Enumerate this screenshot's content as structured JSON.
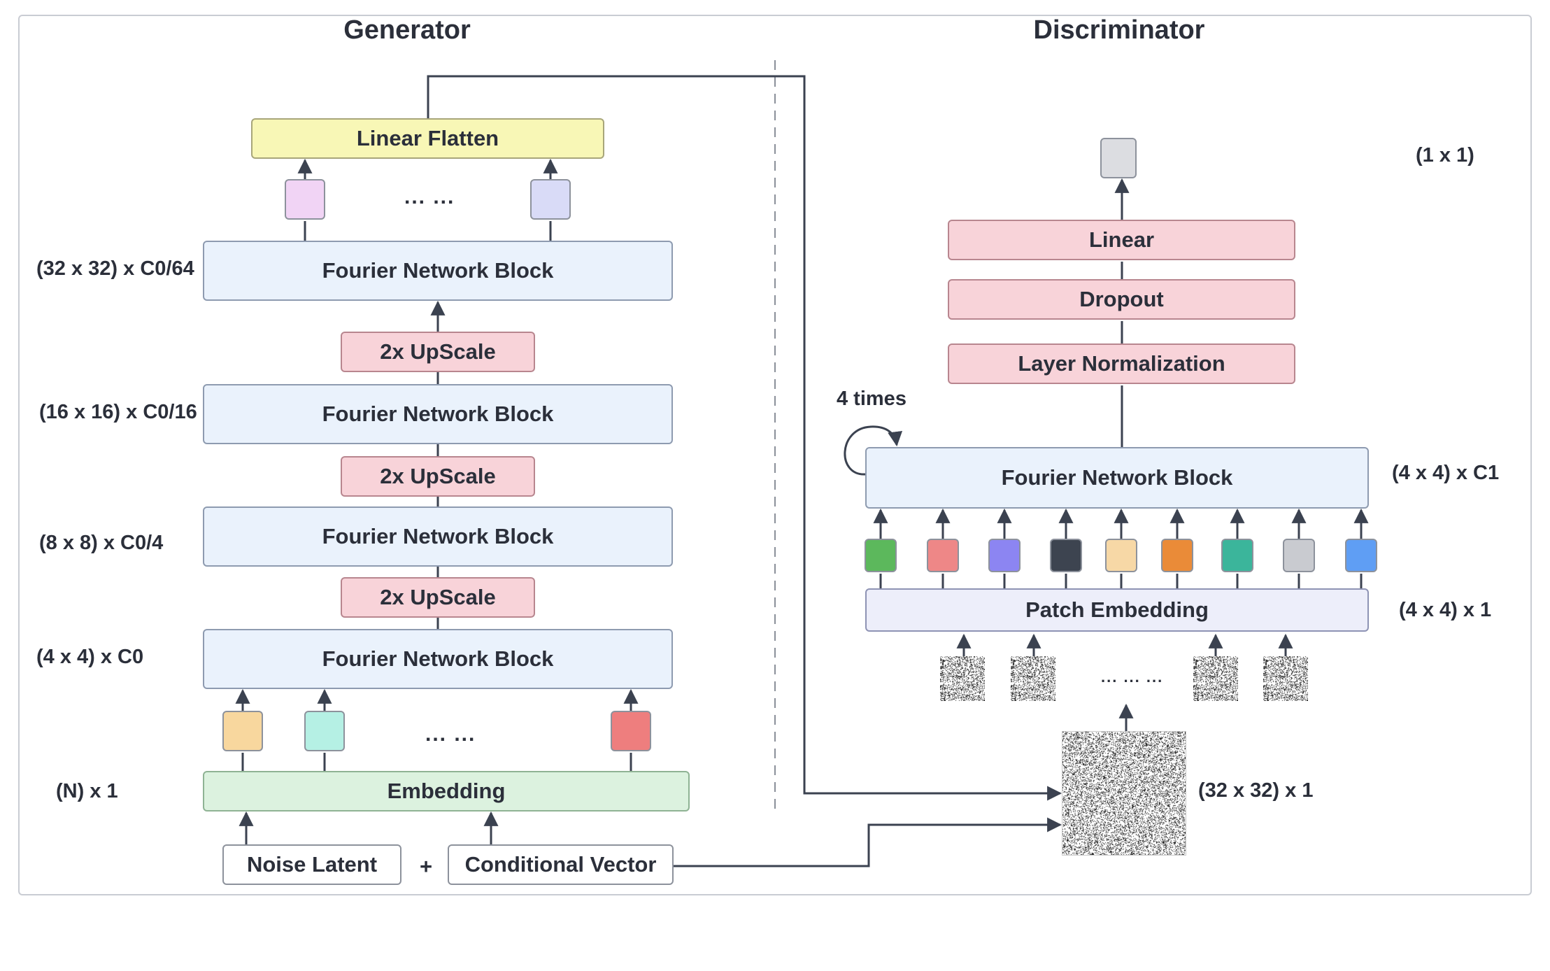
{
  "titles": {
    "generator": "Generator",
    "discriminator": "Discriminator"
  },
  "generator": {
    "linear_flatten": "Linear Flatten",
    "fourier_block": "Fourier Network Block",
    "upscale": "2x UpScale",
    "embedding": "Embedding",
    "noise_latent": "Noise Latent",
    "plus": "+",
    "conditional_vector": "Conditional Vector",
    "ellipsis_top": "... ...",
    "ellipsis_bottom": "... ...",
    "dims": {
      "d32": "(32 x 32) x C0/64",
      "d16": "(16 x 16) x C0/16",
      "d8": "(8 x 8) x C0/4",
      "d4": "(4 x 4) x C0",
      "dn": "(N) x  1"
    }
  },
  "discriminator": {
    "linear": "Linear",
    "dropout": "Dropout",
    "layer_norm": "Layer Normalization",
    "fourier_block": "Fourier Network Block",
    "patch_embedding": "Patch Embedding",
    "repeat": "4 times",
    "ellipsis_patches": "... ... ...",
    "dims": {
      "out": "(1 x 1)",
      "fnb": "(4 x 4) x C1",
      "patch": "(4 x 4) x 1",
      "image": "(32 x 32) x 1"
    }
  },
  "colors": {
    "fourier_fill": "#eaf2fc",
    "upscale_fill": "#f8d3d9",
    "linear_flatten_fill": "#f8f7b6",
    "embedding_fill": "#dcf2df",
    "patch_embedding_fill": "#edeefa",
    "gen_top_tokens": [
      "#f1d4f5",
      "#d9dbf7"
    ],
    "gen_bottom_tokens": [
      "#f8d79e",
      "#b5f0e4",
      "#ee7e7e"
    ],
    "disc_tokens": [
      "#5cb85c",
      "#ee8787",
      "#8c85f2",
      "#3d4450",
      "#f7d8a6",
      "#ea8b38",
      "#3bb59b",
      "#c9cbd0",
      "#5f9ef4"
    ],
    "output_token": "#dcdde1"
  }
}
